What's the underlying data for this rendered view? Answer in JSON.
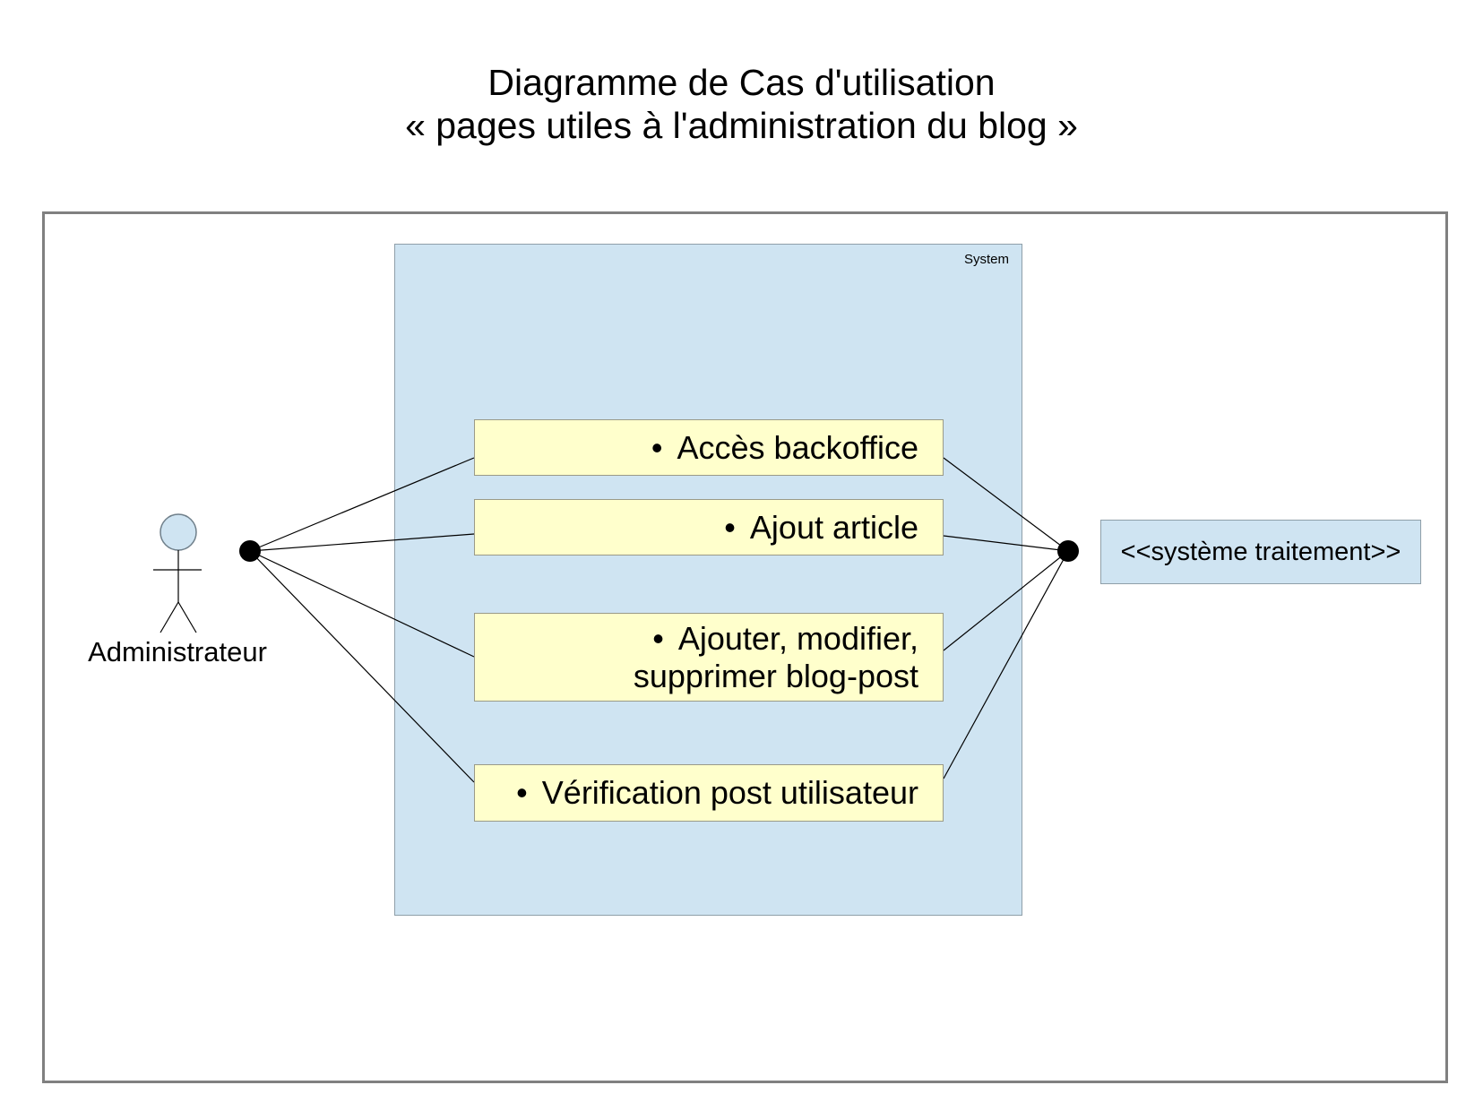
{
  "title": {
    "line1": "Diagramme de Cas d'utilisation",
    "line2": "« pages utiles à l'administration du blog »"
  },
  "system": {
    "label": "System"
  },
  "actor": {
    "label": "Administrateur"
  },
  "use_cases": [
    {
      "bullet": "•",
      "lines": [
        "Accès backoffice"
      ]
    },
    {
      "bullet": "•",
      "lines": [
        "Ajout article"
      ]
    },
    {
      "bullet": "•",
      "lines": [
        "Ajouter, modifier,",
        "supprimer blog-post"
      ]
    },
    {
      "bullet": "•",
      "lines": [
        "Vérification post utilisateur"
      ]
    }
  ],
  "external": {
    "label": "<<système traitement>>"
  },
  "colors": {
    "system_fill": "#cfe4f2",
    "usecase_fill": "#ffffcc",
    "frame_border": "#808080"
  }
}
